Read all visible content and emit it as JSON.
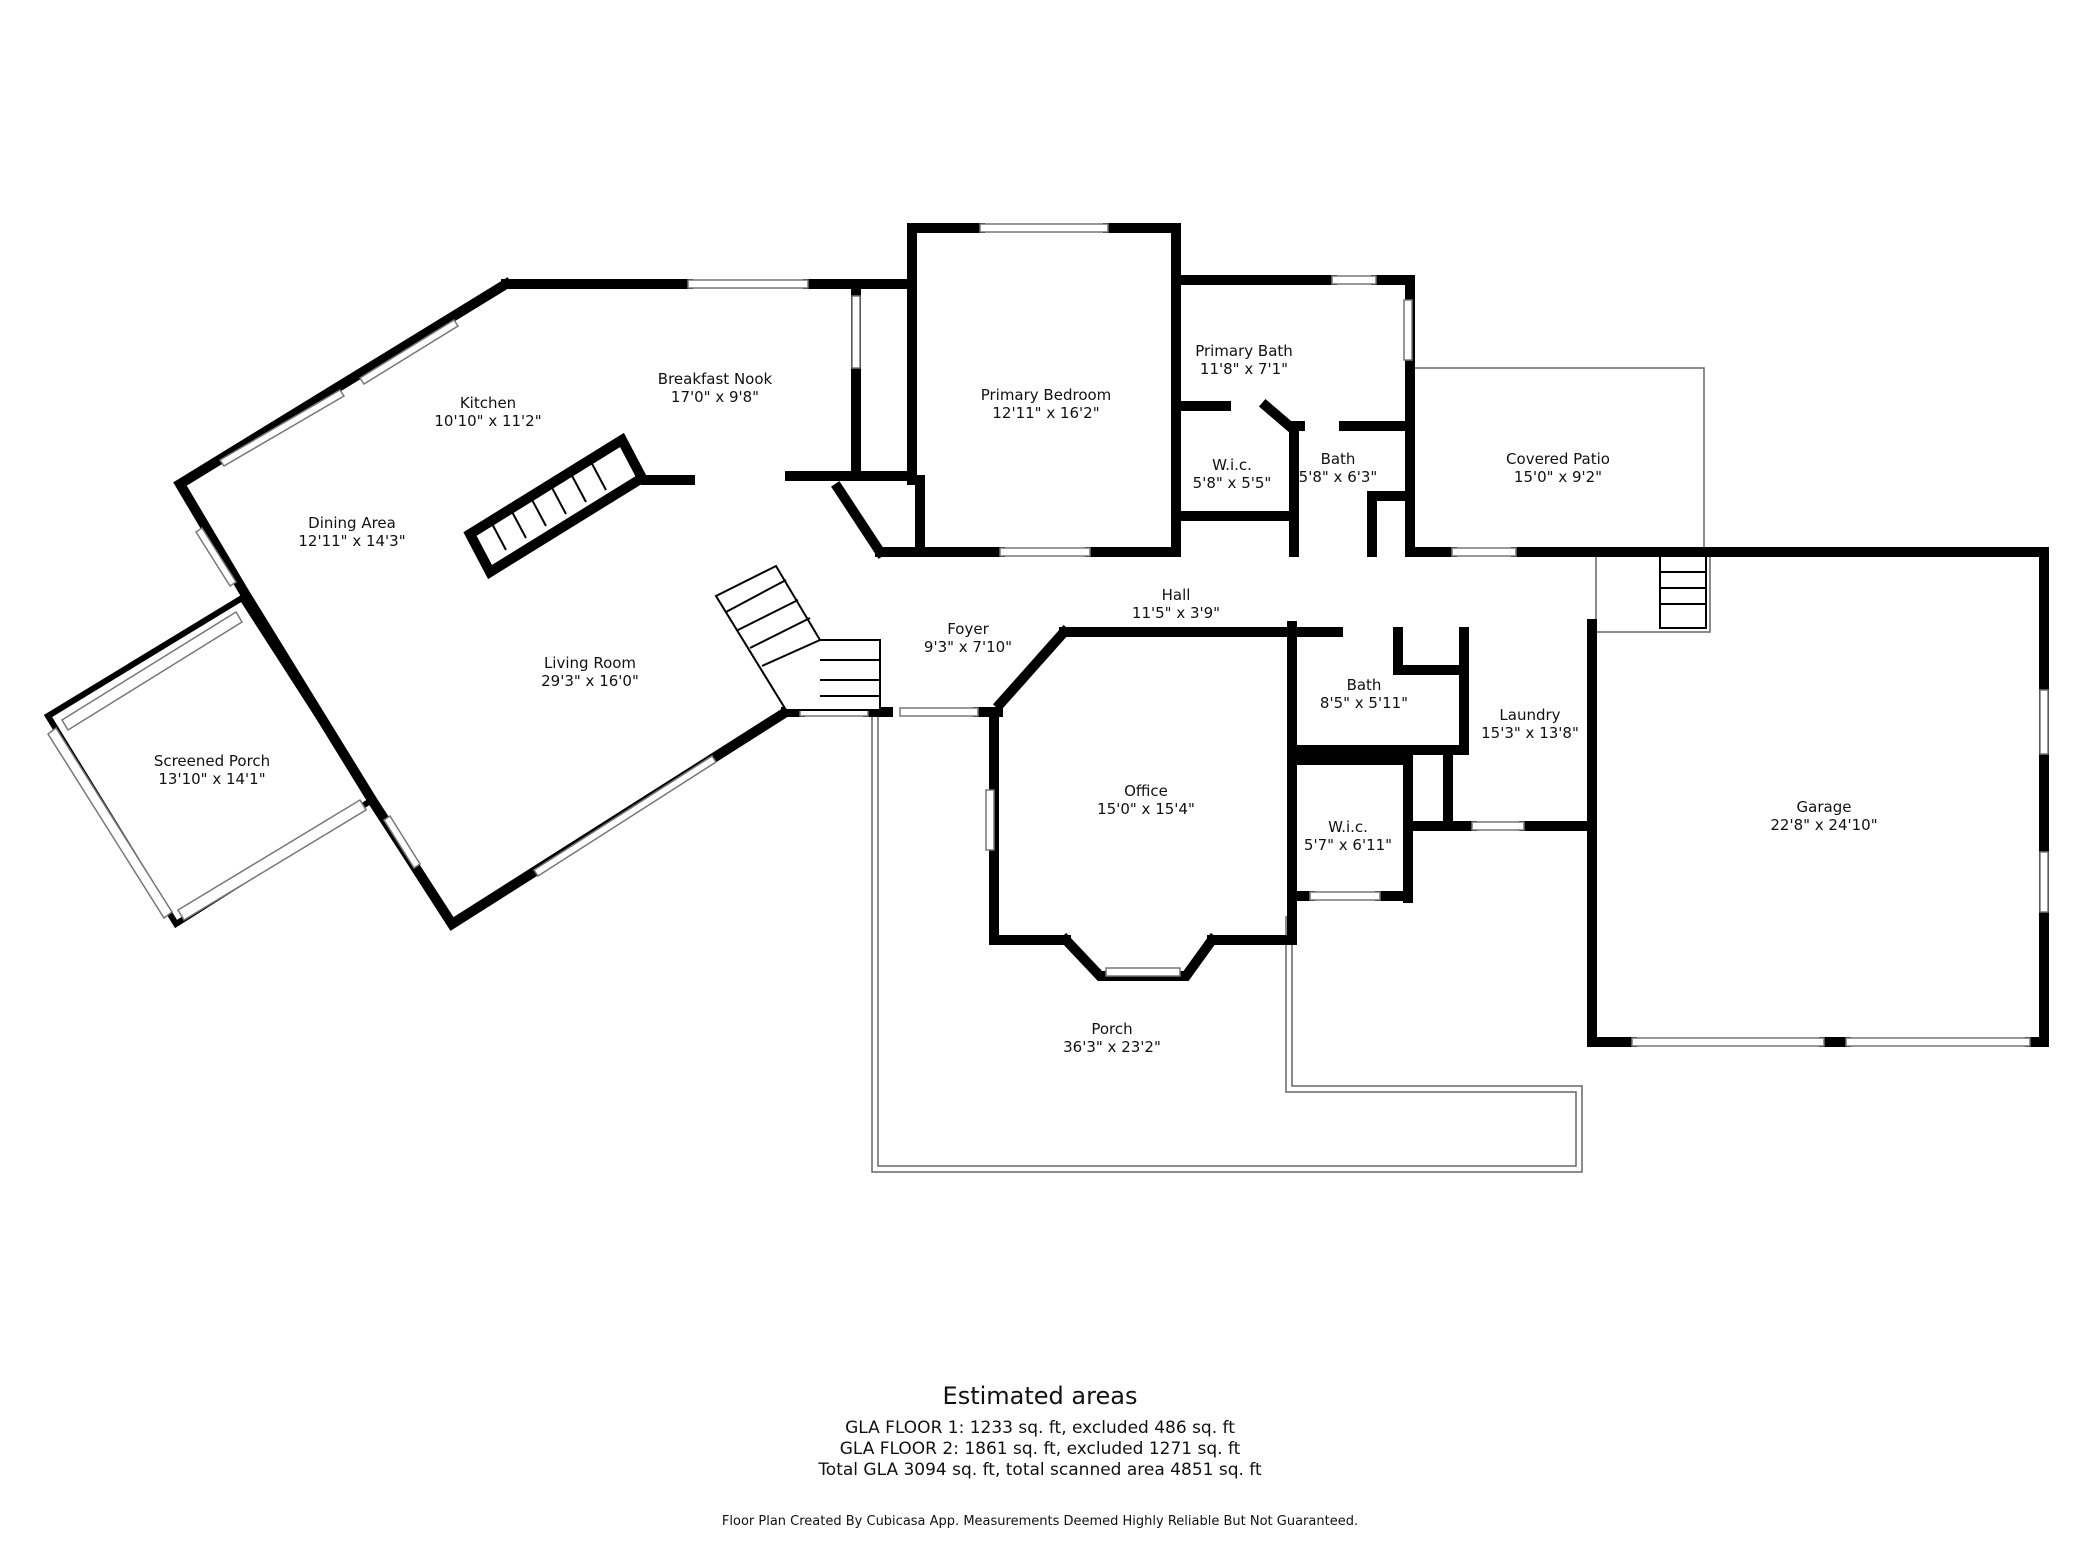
{
  "rooms": {
    "kitchen": {
      "name": "Kitchen",
      "dim": "10'10\" x 11'2\""
    },
    "breakfast_nook": {
      "name": "Breakfast Nook",
      "dim": "17'0\" x 9'8\""
    },
    "primary_bedroom": {
      "name": "Primary Bedroom",
      "dim": "12'11\" x 16'2\""
    },
    "primary_bath": {
      "name": "Primary Bath",
      "dim": "11'8\" x 7'1\""
    },
    "wic_1": {
      "name": "W.i.c.",
      "dim": "5'8\" x 5'5\""
    },
    "bath_1": {
      "name": "Bath",
      "dim": "5'8\" x 6'3\""
    },
    "covered_patio": {
      "name": "Covered Patio",
      "dim": "15'0\" x 9'2\""
    },
    "dining_area": {
      "name": "Dining Area",
      "dim": "12'11\" x 14'3\""
    },
    "hall": {
      "name": "Hall",
      "dim": "11'5\" x 3'9\""
    },
    "foyer": {
      "name": "Foyer",
      "dim": "9'3\" x 7'10\""
    },
    "living_room": {
      "name": "Living Room",
      "dim": "29'3\" x 16'0\""
    },
    "bath_2": {
      "name": "Bath",
      "dim": "8'5\" x 5'11\""
    },
    "laundry": {
      "name": "Laundry",
      "dim": "15'3\" x 13'8\""
    },
    "screened_porch": {
      "name": "Screened Porch",
      "dim": "13'10\" x 14'1\""
    },
    "office": {
      "name": "Office",
      "dim": "15'0\" x 15'4\""
    },
    "wic_2": {
      "name": "W.i.c.",
      "dim": "5'7\" x 6'11\""
    },
    "garage": {
      "name": "Garage",
      "dim": "22'8\" x 24'10\""
    },
    "porch": {
      "name": "Porch",
      "dim": "36'3\" x 23'2\""
    }
  },
  "areas": {
    "title": "Estimated areas",
    "floor1": "GLA FLOOR 1: 1233 sq. ft, excluded 486 sq. ft",
    "floor2": "GLA FLOOR 2: 1861 sq. ft, excluded 1271 sq. ft",
    "total": "Total GLA 3094 sq. ft, total scanned area 4851 sq. ft"
  },
  "footer": "Floor Plan Created By Cubicasa App. Measurements Deemed Highly Reliable But Not Guaranteed."
}
